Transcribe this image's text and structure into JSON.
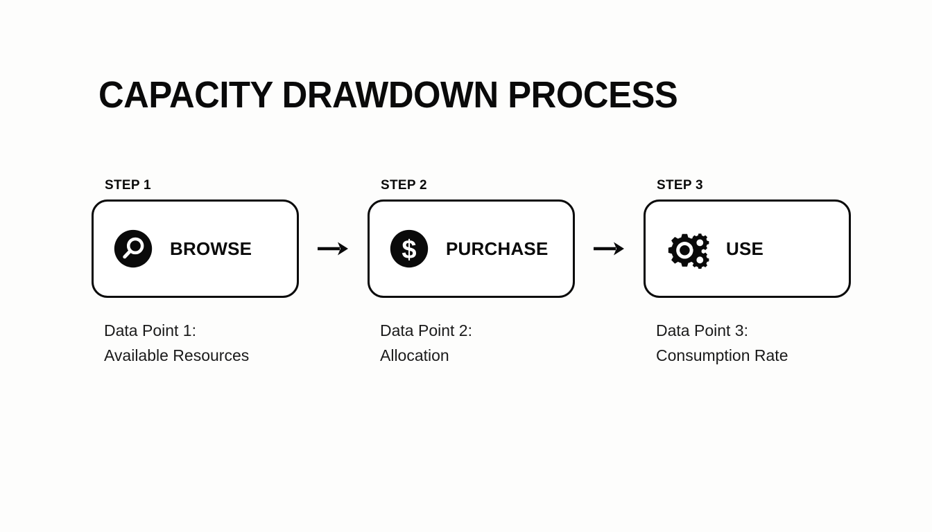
{
  "title": "CAPACITY DRAWDOWN PROCESS",
  "colors": {
    "background": "#fdfdfc",
    "ink": "#0a0a0a",
    "card_fill": "#ffffff",
    "caption": "#1a1a1a"
  },
  "steps": [
    {
      "step_label": "STEP 1",
      "name": "BROWSE",
      "icon": "search-icon",
      "caption_line1": "Data Point 1:",
      "caption_line2": "Available Resources"
    },
    {
      "step_label": "STEP 2",
      "name": "PURCHASE",
      "icon": "dollar-circle-icon",
      "caption_line1": "Data Point 2:",
      "caption_line2": "Allocation"
    },
    {
      "step_label": "STEP 3",
      "name": "USE",
      "icon": "gears-icon",
      "caption_line1": "Data Point 3:",
      "caption_line2": "Consumption Rate"
    }
  ],
  "connectors": [
    {
      "icon": "arrow-right-icon"
    },
    {
      "icon": "arrow-right-icon"
    }
  ]
}
